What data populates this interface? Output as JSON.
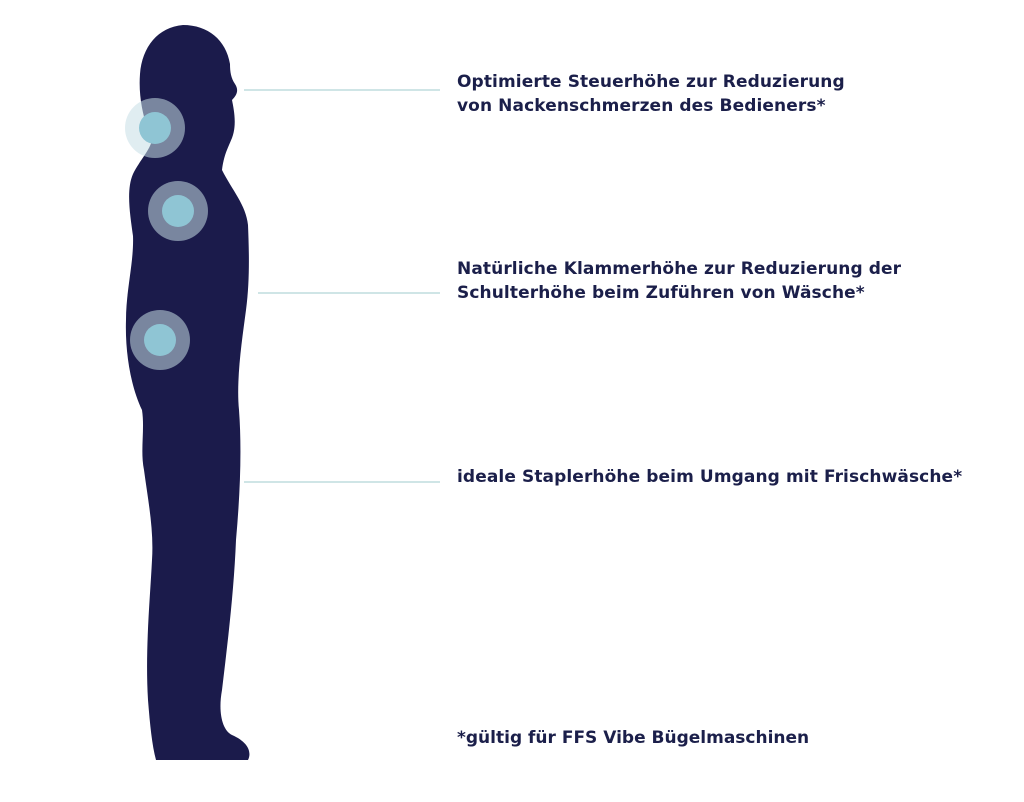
{
  "colors": {
    "silhouette": "#1b1b4b",
    "marker_ring": "#c7dee6",
    "marker_core": "#8fc5d4",
    "leader_line": "#cfe5e6",
    "text": "#1b1f4a"
  },
  "annotations": [
    {
      "text": "Optimierte Steuerhöhe zur Reduzierung\nvon Nackenschmerzen des Bedieners*"
    },
    {
      "text": "Natürliche Klammerhöhe zur Reduzierung der\nSchulterhöhe beim Zuführen von Wäsche*"
    },
    {
      "text": "ideale Staplerhöhe beim Umgang mit Frischwäsche*"
    }
  ],
  "footnote": "*gültig für FFS Vibe Bügelmaschinen"
}
